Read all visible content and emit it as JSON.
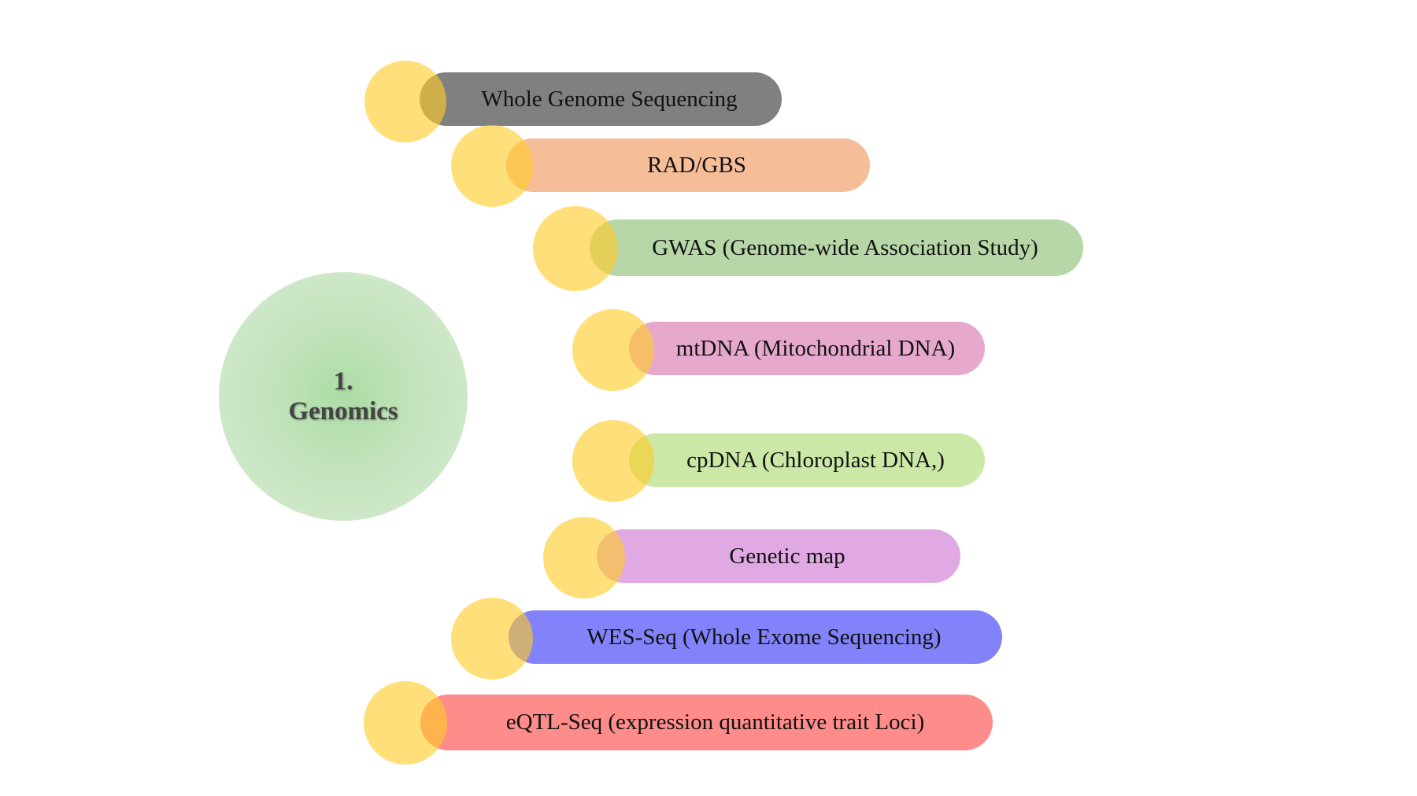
{
  "hub": {
    "title": "1.\nGenomics",
    "color": "#b7e0b0"
  },
  "items": [
    {
      "label": "Whole Genome Sequencing",
      "color": "#808080"
    },
    {
      "label": "RAD/GBS",
      "color": "#f6bd99"
    },
    {
      "label": "GWAS (Genome-wide Association Study)",
      "color": "#b7d7a8"
    },
    {
      "label": "mtDNA (Mitochondrial DNA)",
      "color": "#e6a8cc"
    },
    {
      "label": "cpDNA (Chloroplast DNA,)",
      "color": "#cce8a6"
    },
    {
      "label": "Genetic map",
      "color": "#e1a9e3"
    },
    {
      "label": "WES-Seq (Whole Exome Sequencing)",
      "color": "#8282fa"
    },
    {
      "label": "eQTL-Seq (expression quantitative trait Loci)",
      "color": "#fd8c8a"
    }
  ],
  "knob_color": "#ffd13a"
}
